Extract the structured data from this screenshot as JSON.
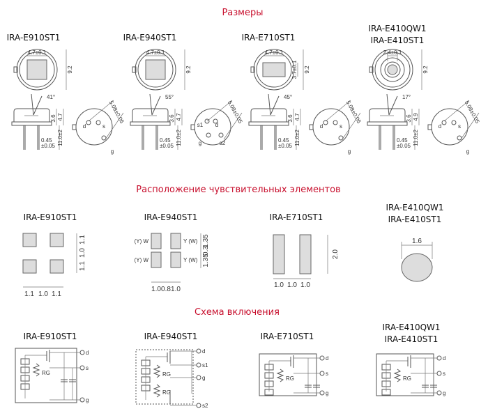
{
  "sections": {
    "dimensions": "Размеры",
    "elements": "Расположение чувствительных элементов",
    "circuit": "Схема включения"
  },
  "models": [
    [
      "IRA-E910ST1"
    ],
    [
      "IRA-E940ST1"
    ],
    [
      "IRA-E710ST1"
    ],
    [
      "IRA-E410QW1",
      "IRA-E410ST1"
    ]
  ],
  "dimensions": [
    {
      "width": "4.7±0.1",
      "height": "9.2",
      "angle": "41°",
      "h1": "3.6",
      "h2": "4.7",
      "lead": "11.0±2",
      "pin": "0.45",
      "pin_tol": "±0.05",
      "pitch": "5.08±0.05",
      "pins": [
        "d",
        "s",
        "g"
      ]
    },
    {
      "width": "4.7±0.1",
      "height": "9.2",
      "angle": "55°",
      "h1": "3.6",
      "h2": "4.7",
      "lead": "11.0±2",
      "pin": "0.45",
      "pin_tol": "±0.05",
      "pitch": "5.08±0.05",
      "pins": [
        "s1",
        "d",
        "g",
        "s2"
      ]
    },
    {
      "width": "4.7±0.1",
      "height": "9.2",
      "window_h": "3.7±0.1",
      "angle": "45°",
      "h1": "3.6",
      "h2": "4.7",
      "lead": "11.0±2",
      "pin": "0.45",
      "pin_tol": "±0.05",
      "pitch": "5.08±0.05",
      "pins": [
        "d",
        "s",
        "g"
      ]
    },
    {
      "width": "2.4±0.1",
      "height": "9.2",
      "angle": "17°",
      "h1": "3.6",
      "h2": "4.9",
      "lead": "11.0±2",
      "pin": "0.45",
      "pin_tol": "±0.05",
      "pitch": "5.08±0.05",
      "pins": [
        "d",
        "s",
        "g"
      ]
    }
  ],
  "elements": {
    "e910": {
      "v": [
        "1.1",
        "1.0",
        "1.1"
      ],
      "h": [
        "1.1",
        "1.0",
        "1.1"
      ]
    },
    "e940": {
      "v": [
        "1.35",
        "0.3",
        "1.35"
      ],
      "h": [
        "1.0",
        "0.8",
        "1.0"
      ],
      "left_label": "(Y) W",
      "right_label": "Y  (W)"
    },
    "e710": {
      "v": [
        "2.0"
      ],
      "h": [
        "1.0",
        "1.0",
        "1.0"
      ]
    },
    "e410": {
      "diameter": "1.6"
    }
  },
  "circuit": {
    "e910": {
      "pins": [
        "d",
        "s",
        "g"
      ],
      "resistor": "RG"
    },
    "e940": {
      "pins": [
        "d",
        "s1",
        "g",
        "s2"
      ],
      "resistor": "RG"
    },
    "e710": {
      "pins": [
        "d",
        "s",
        "g"
      ],
      "resistor": "RG"
    },
    "e410": {
      "pins": [
        "d",
        "s",
        "g"
      ],
      "resistor": "RG"
    }
  }
}
